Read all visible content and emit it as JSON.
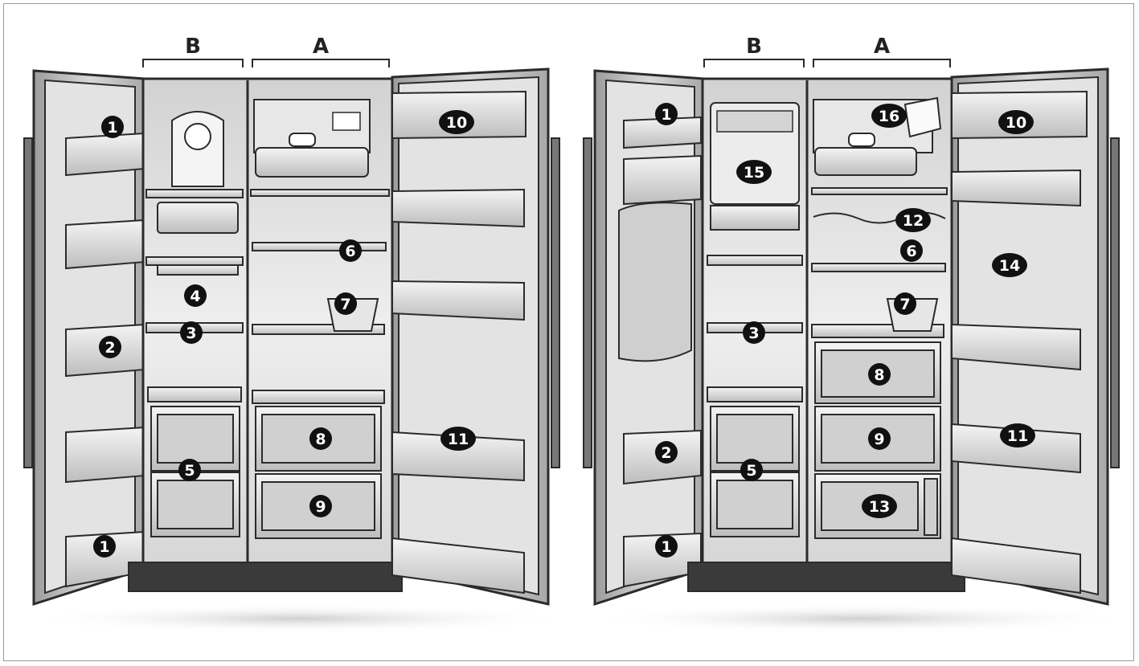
{
  "left_fridge": {
    "section_b": "B",
    "section_a": "A",
    "callouts": [
      "1",
      "10",
      "4",
      "6",
      "7",
      "3",
      "2",
      "8",
      "11",
      "5",
      "9",
      "1"
    ]
  },
  "right_fridge": {
    "section_b": "B",
    "section_a": "A",
    "callouts": [
      "1",
      "16",
      "10",
      "15",
      "12",
      "6",
      "14",
      "7",
      "3",
      "8",
      "2",
      "9",
      "11",
      "5",
      "13",
      "1"
    ]
  },
  "colors": {
    "outline": "#2b2b2b",
    "interior": "#e8e8e8",
    "door": "#d9d9d9",
    "callout_fill": "#111111",
    "callout_text": "#ffffff"
  }
}
